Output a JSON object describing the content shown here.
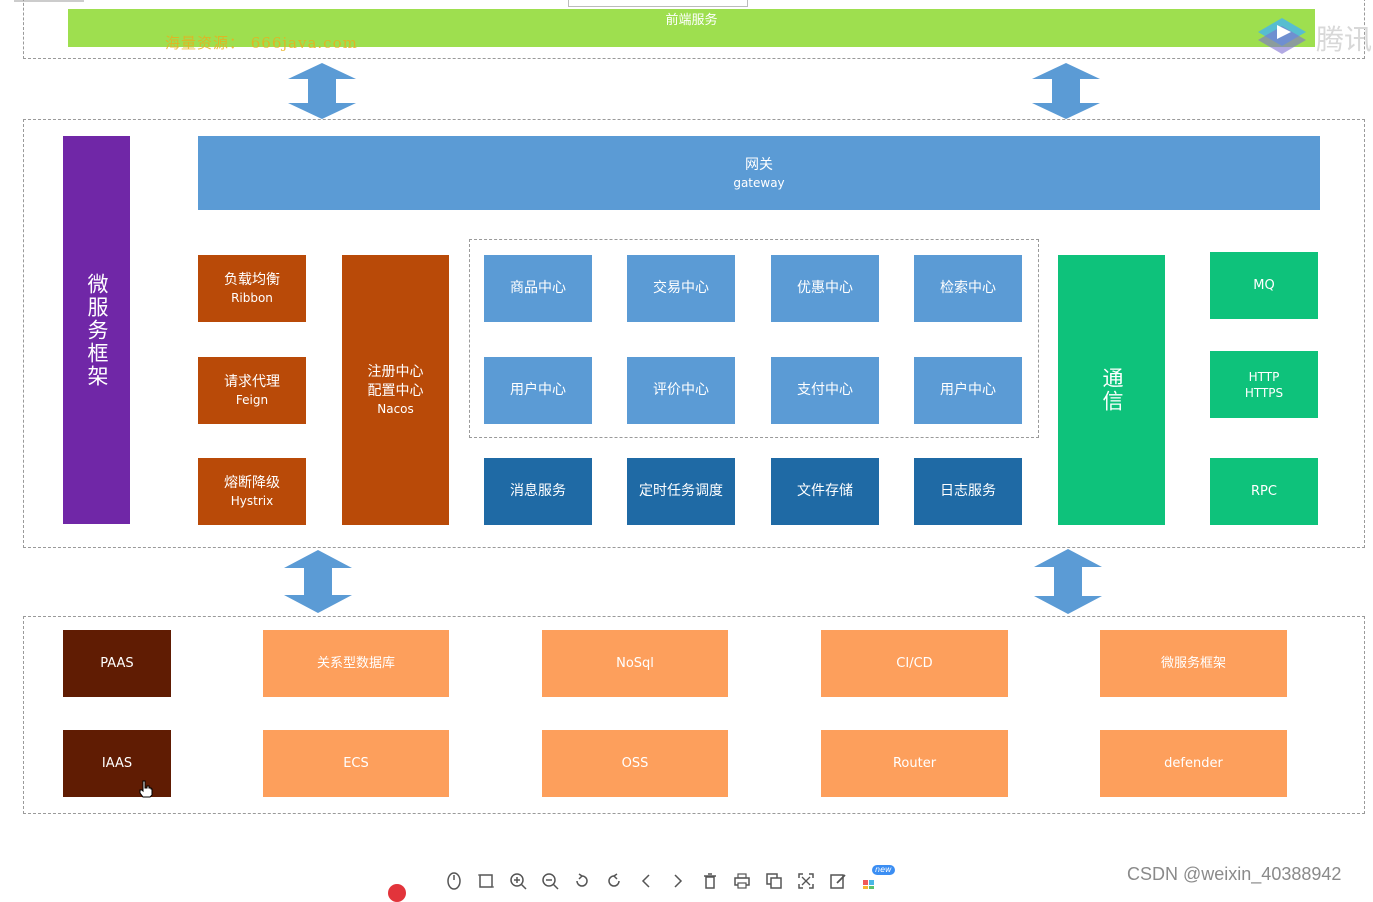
{
  "top": {
    "frontend_label": "前端服务",
    "watermark": "海量资源： 666java.com",
    "tencent_logo_text": "腾讯"
  },
  "middle": {
    "framework_label": "微服务框架",
    "gateway": {
      "title": "网关",
      "subtitle": "gateway"
    },
    "ribbon": {
      "title": "负载均衡",
      "subtitle": "Ribbon"
    },
    "feign": {
      "title": "请求代理",
      "subtitle": "Feign"
    },
    "hystrix": {
      "title": "熔断降级",
      "subtitle": "Hystrix"
    },
    "nacos": {
      "line1": "注册中心",
      "line2": "配置中心",
      "line3": "Nacos"
    },
    "services_row1": [
      "商品中心",
      "交易中心",
      "优惠中心",
      "检索中心"
    ],
    "services_row2": [
      "用户中心",
      "评价中心",
      "支付中心",
      "用户中心"
    ],
    "services_row3": [
      "消息服务",
      "定时任务调度",
      "文件存储",
      "日志服务"
    ],
    "communication_label": "通信",
    "mq": "MQ",
    "http": {
      "line1": "HTTP",
      "line2": "HTTPS"
    },
    "rpc": "RPC"
  },
  "bottom": {
    "paas": "PAAS",
    "iaas": "IAAS",
    "row1": [
      "关系型数据库",
      "NoSql",
      "CI/CD",
      "微服务框架"
    ],
    "row2": [
      "ECS",
      "OSS",
      "Router",
      "defender"
    ]
  },
  "viewer_toolbar": {
    "icons": [
      "pointer-icon",
      "fit-screen-icon",
      "zoom-in-icon",
      "zoom-out-icon",
      "rotate-left-icon",
      "rotate-right-icon",
      "prev-icon",
      "next-icon",
      "delete-icon",
      "print-icon",
      "copy-icon",
      "scan-icon",
      "edit-icon",
      "apps-icon"
    ],
    "new_badge": "new"
  },
  "footer": {
    "csdn_watermark": "CSDN @weixin_40388942"
  },
  "colors": {
    "frontend_green": "#9edf4f",
    "gateway_blue": "#5b9bd5",
    "dark_blue": "#1f6aa5",
    "rust_orange": "#b94a08",
    "purple": "#7027a7",
    "green": "#0ec27b",
    "light_orange": "#fd9f5c",
    "dark_brown": "#601c03",
    "arrow_blue": "#5b9bd5"
  }
}
